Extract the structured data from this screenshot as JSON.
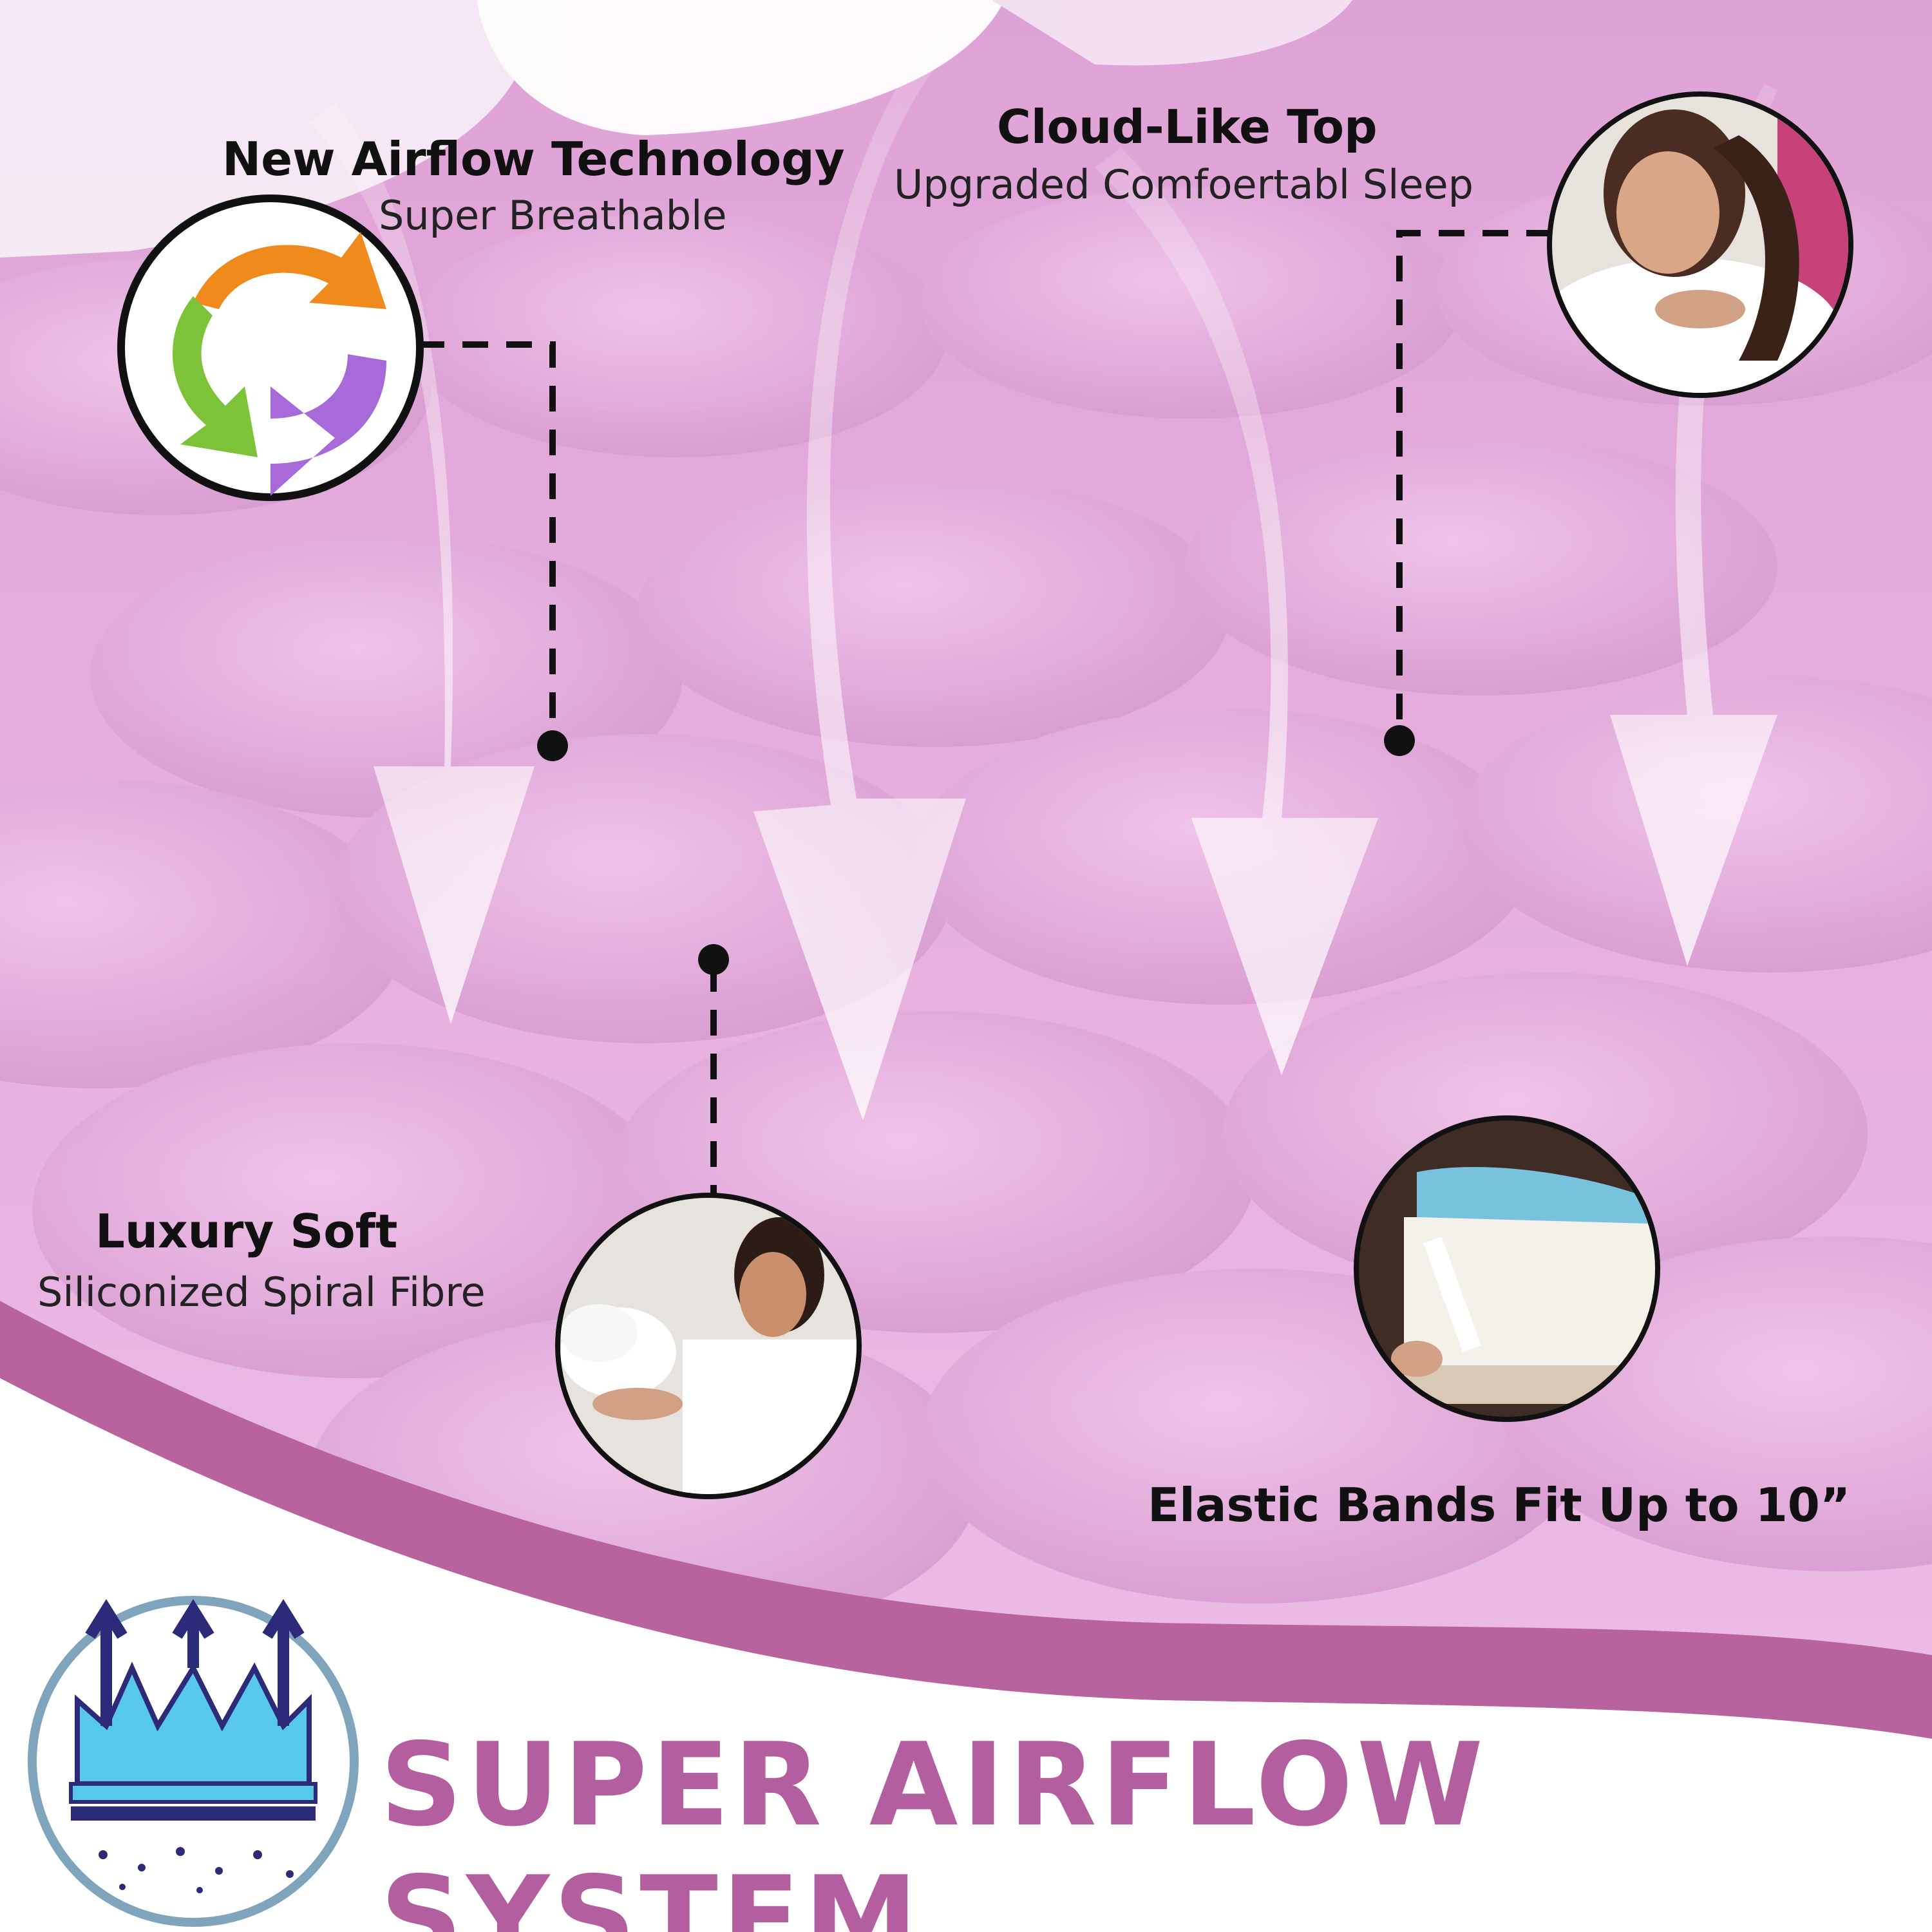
{
  "features": {
    "airflow": {
      "title": "New Airflow Technology",
      "subtitle": "Super Breathable",
      "icon": "recycle-arrows-icon"
    },
    "cloud": {
      "title": "Cloud-Like Top",
      "subtitle": "Upgraded Comfoertabl Sleep",
      "icon": "sleeping-woman-photo"
    },
    "soft": {
      "title": "Luxury Soft",
      "subtitle": "Siliconized Spiral Fibre",
      "icon": "woman-holding-fibre-photo"
    },
    "elastic": {
      "title": "Elastic Bands Fit Up to 10”",
      "icon": "elastic-band-photo"
    }
  },
  "banner": {
    "title": "SUPER AIRFLOW SYSTEM",
    "icon": "airflow-layers-icon"
  },
  "colors": {
    "mattress": "#e9aee0",
    "banner_text": "#b35f9f",
    "wave": "#b8639d",
    "badge_ring": "#7fa5bd"
  }
}
